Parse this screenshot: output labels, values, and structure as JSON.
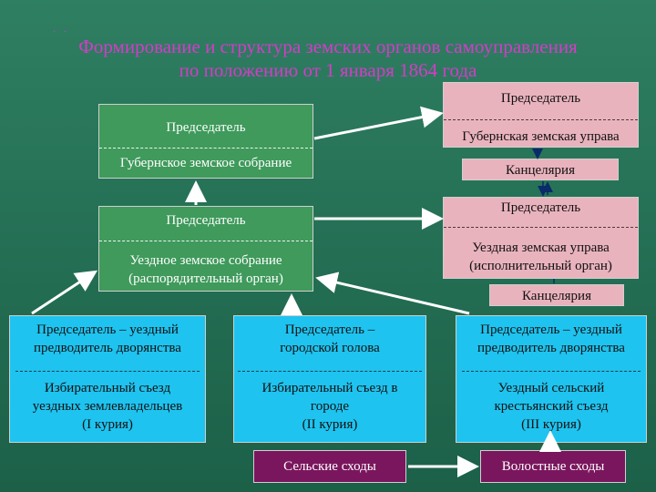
{
  "title": {
    "line1": "Формирование и структура земских органов самоуправления",
    "line2": "по положению от 1 января 1864 года"
  },
  "gub_sobranie": {
    "top": "Председатель",
    "bottom": "Губернское земское собрание"
  },
  "gub_uprava": {
    "top": "Председатель",
    "bottom": "Губернская земская управа"
  },
  "gub_kanc": "Канцелярия",
  "uezd_sobranie": {
    "top": "Председатель",
    "bottom1": "Уездное земское собрание",
    "bottom2": "(распорядительный орган)"
  },
  "uezd_uprava": {
    "top": "Председатель",
    "bottom1": "Уездная земская управа",
    "bottom2": "(исполнительный орган)"
  },
  "uezd_kanc": "Канцелярия",
  "curia1": {
    "top1": "Председатель – уездный",
    "top2": "предводитель дворянства",
    "bottom1": "Избирательный съезд",
    "bottom2": "уездных землевладельцев",
    "bottom3": "(I курия)"
  },
  "curia2": {
    "top1": "Председатель –",
    "top2": "городской голова",
    "bottom1": "Избирательный съезд в",
    "bottom2": "городе",
    "bottom3": "(II курия)"
  },
  "curia3": {
    "top1": "Председатель – уездный",
    "top2": "предводитель дворянства",
    "bottom1": "Уездный сельский",
    "bottom2": "крестьянский съезд",
    "bottom3": "(III курия)"
  },
  "selskie": "Сельские сходы",
  "volostnye": "Волостные сходы"
}
